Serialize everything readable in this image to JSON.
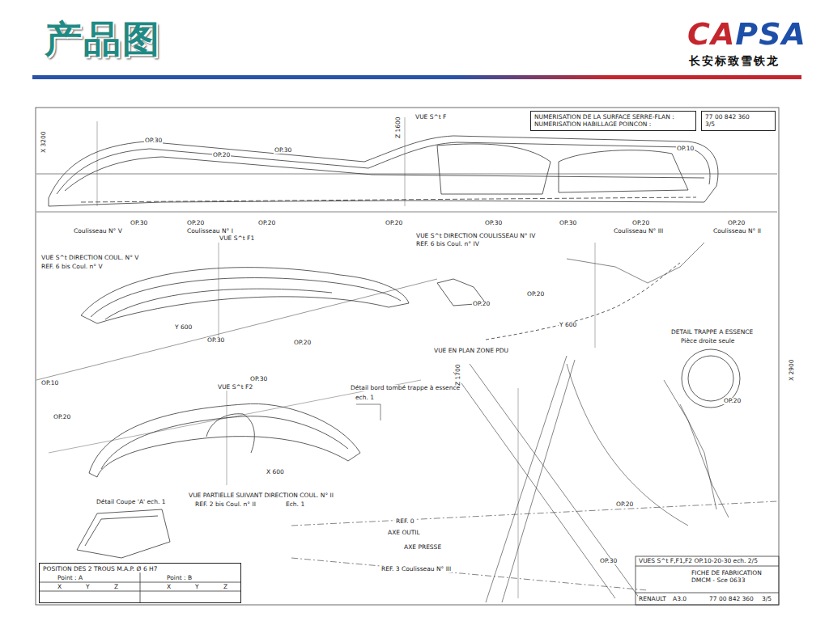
{
  "diagram": {
    "title": "产品图",
    "nodes": [
      {
        "text": [
          "NUMERISATION DE LA SURFACE SERRE-FLAN :",
          "NUMERISATION HABILLAGE POINCON :"
        ]
      },
      {
        "text": [
          "77 00 842 360",
          "3/5"
        ]
      },
      {
        "text": [
          "POSITION DES 2 TROUS M.A.P. Ø 6 H7"
        ]
      },
      {
        "text": [
          "FICHE DE FABRICATION",
          "DMCM - Sce 0633"
        ]
      }
    ],
    "labels": [
      "CAPSA",
      "长安标致雪铁龙",
      "X 3200",
      "Z 1600",
      "VUE S^t F",
      "OP.30",
      "OP.20",
      "OP.30",
      "OP.10",
      "OP.30",
      "Coulisseau N° V",
      "OP.20",
      "Coulisseau N° I",
      "OP.20",
      "OP.20",
      "OP.30",
      "OP.30",
      "OP.20",
      "Coulisseau N° III",
      "OP.20",
      "Coulisseau N° II",
      "VUE S^t F1",
      "VUE S^t DIRECTION COUL. N° V",
      "REF. 6 bis Coul. n° V",
      "Y 600",
      "OP.30",
      "OP.20",
      "VUE S^t DIRECTION COULISSEAU N° IV",
      "REF. 6 bis Coul. n° IV",
      "OP.20",
      "OP.20",
      "Y 600",
      "VUE EN PLAN ZONE PDU",
      "DETAIL TRAPPE A ESSENCE",
      "Pièce droite seule",
      "OP.20",
      "X 2900",
      "OP.10",
      "OP.20",
      "VUE S^t F2",
      "OP.30",
      "Détail bord tombé trappe à essence",
      "ech. 1",
      "X 600",
      "VUE PARTIELLE SUIVANT DIRECTION COUL. N° II",
      "REF. 2 bis Coul. n° II",
      "Ech. 1",
      "Détail Coupe 'A' ech. 1",
      "REF. 0",
      "AXE OUTIL",
      "AXE PRESSE",
      "REF. 3 Coulisseau N° III",
      "Z 1700",
      "OP.20",
      "OP.30",
      "Point : A",
      "Point : B",
      "X",
      "Y",
      "Z",
      "X",
      "Y",
      "Z",
      "VUES S^t F,F1,F2 OP.10-20-30 ech. 2/5",
      "RENAULT",
      "A3.0",
      "77 00 842 360",
      "3/5"
    ]
  }
}
